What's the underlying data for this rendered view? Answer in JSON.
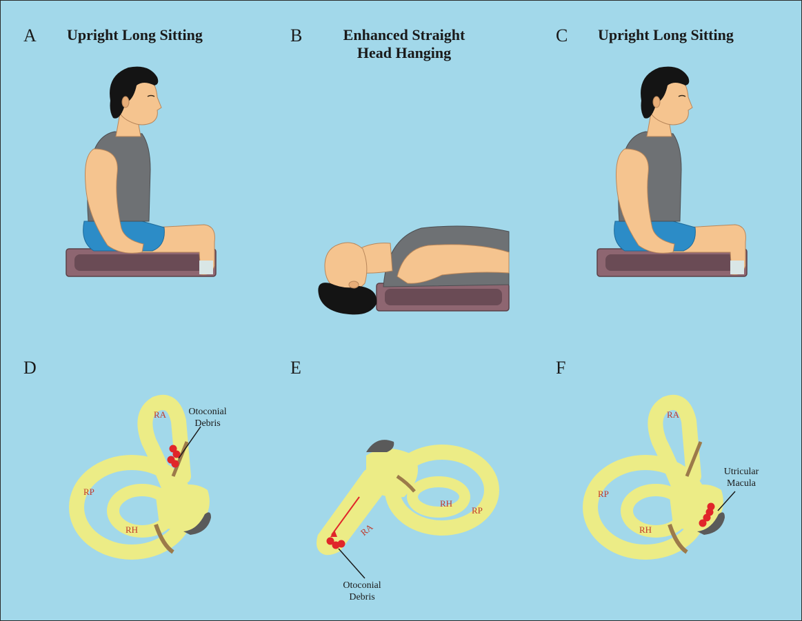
{
  "panels": [
    {
      "letter": "A",
      "title": "Upright Long Sitting"
    },
    {
      "letter": "B",
      "title_line1": "Enhanced Straight",
      "title_line2": "Head Hanging"
    },
    {
      "letter": "C",
      "title": "Upright Long Sitting"
    },
    {
      "letter": "D"
    },
    {
      "letter": "E"
    },
    {
      "letter": "F"
    }
  ],
  "labels": {
    "debris_line1": "Otoconial",
    "debris_line2": "Debris",
    "macula_line1": "Utricular",
    "macula_line2": "Macula",
    "ra": "RA",
    "rp": "RP",
    "rh": "RH"
  },
  "colors": {
    "background": "#a2d8ea",
    "skin": "#f5c48f",
    "hair": "#141414",
    "shirt": "#6e7174",
    "shorts": "#2c8cc7",
    "mat": "#8e6671",
    "mat_inner": "#6a4b55",
    "canal": "#ecec86",
    "canal_shadow": "#9c7a4a",
    "macula": "#5a5a5a",
    "debris": "#e0262a",
    "canal_label": "#c0392b"
  }
}
